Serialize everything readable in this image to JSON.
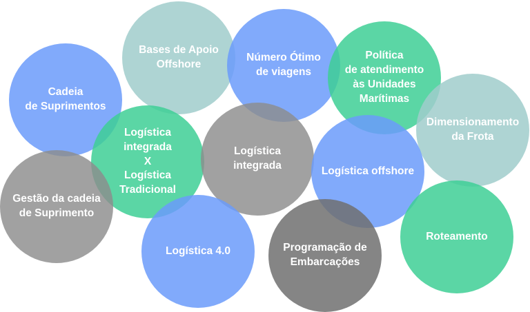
{
  "bubbles": [
    {
      "id": "cadeia-suprimentos",
      "text": "Cadeia\nde Suprimentos",
      "color": "blue"
    },
    {
      "id": "bases-apoio-offshore",
      "text": "Bases de Apoio\nOffshore",
      "color": "teal"
    },
    {
      "id": "numero-otimo-viagens",
      "text": "Número  Ótimo\nde viagens",
      "color": "blue"
    },
    {
      "id": "politica-atendimento",
      "text": "Política\nde atendimento\nàs Unidades\nMarítimas",
      "color": "green"
    },
    {
      "id": "dimensionamento-frota",
      "text": "Dimensionamento\nda Frota",
      "color": "teal"
    },
    {
      "id": "logistica-integrada-x-tradicional",
      "text": "Logística integrada\nX\nLogística\nTradicional",
      "color": "green"
    },
    {
      "id": "logistica-integrada",
      "text": "Logística integrada",
      "color": "grey"
    },
    {
      "id": "logistica-offshore",
      "text": "Logística offshore",
      "color": "blue"
    },
    {
      "id": "gestao-cadeia-suprimento",
      "text": "Gestão da cadeia\nde Suprimento",
      "color": "grey"
    },
    {
      "id": "logistica-4-0",
      "text": "Logística 4.0",
      "color": "blue"
    },
    {
      "id": "programacao-embarcacoes",
      "text": "Programação de\nEmbarcações",
      "color": "dgrey"
    },
    {
      "id": "roteamento",
      "text": "Roteamento",
      "color": "green"
    }
  ]
}
